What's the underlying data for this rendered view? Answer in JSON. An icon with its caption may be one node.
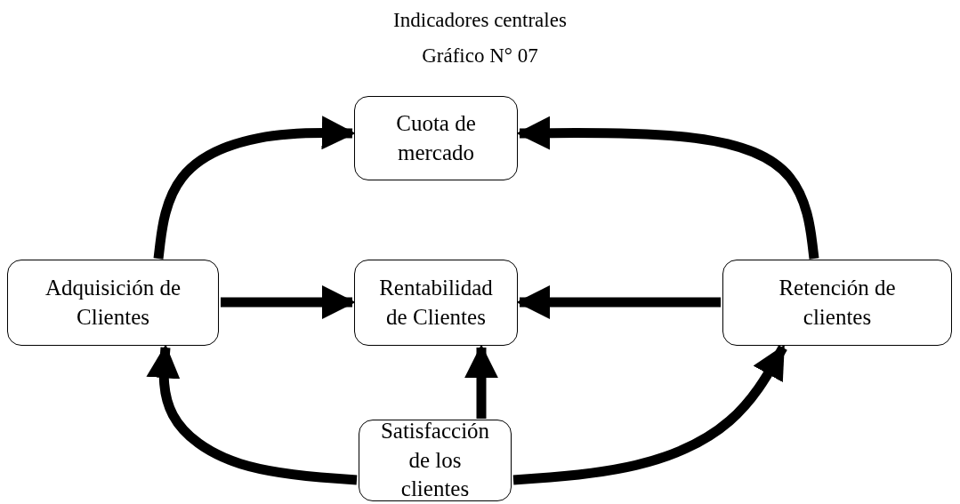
{
  "diagram": {
    "title": "Indicadores centrales",
    "caption": "Gráfico N° 07",
    "nodes": [
      {
        "text": [
          "Cuota de mercado"
        ]
      },
      {
        "text": [
          "Adquisición de Clientes"
        ]
      },
      {
        "text": [
          "Rentabilidad de Clientes"
        ]
      },
      {
        "text": [
          "Retención de clientes"
        ]
      },
      {
        "text": [
          "Satisfacción de los clientes"
        ]
      }
    ],
    "edges": [
      {
        "from": 1,
        "to": 0,
        "arrow": "to"
      },
      {
        "from": 3,
        "to": 0,
        "arrow": "to"
      },
      {
        "from": 1,
        "to": 2,
        "arrow": "to"
      },
      {
        "from": 3,
        "to": 2,
        "arrow": "to"
      },
      {
        "from": 4,
        "to": 2,
        "arrow": "to"
      },
      {
        "from": 4,
        "to": 1,
        "arrow": "to"
      },
      {
        "from": 4,
        "to": 3,
        "arrow": "to"
      }
    ]
  }
}
